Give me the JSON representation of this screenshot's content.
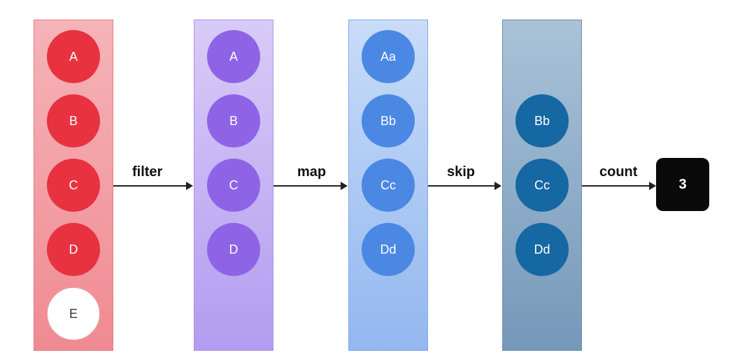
{
  "stages": [
    {
      "items": [
        "A",
        "B",
        "C",
        "D",
        "E"
      ]
    },
    {
      "items": [
        "A",
        "B",
        "C",
        "D"
      ]
    },
    {
      "items": [
        "Aa",
        "Bb",
        "Cc",
        "Dd"
      ]
    },
    {
      "items": [
        "Bb",
        "Cc",
        "Dd"
      ]
    }
  ],
  "operations": [
    "filter",
    "map",
    "skip",
    "count"
  ],
  "result": "3",
  "colors": {
    "red": "#e8323f",
    "purple": "#8f63e6",
    "blue": "#4a88e4",
    "teal": "#1668a2",
    "result_box": "#0a0a0a"
  }
}
